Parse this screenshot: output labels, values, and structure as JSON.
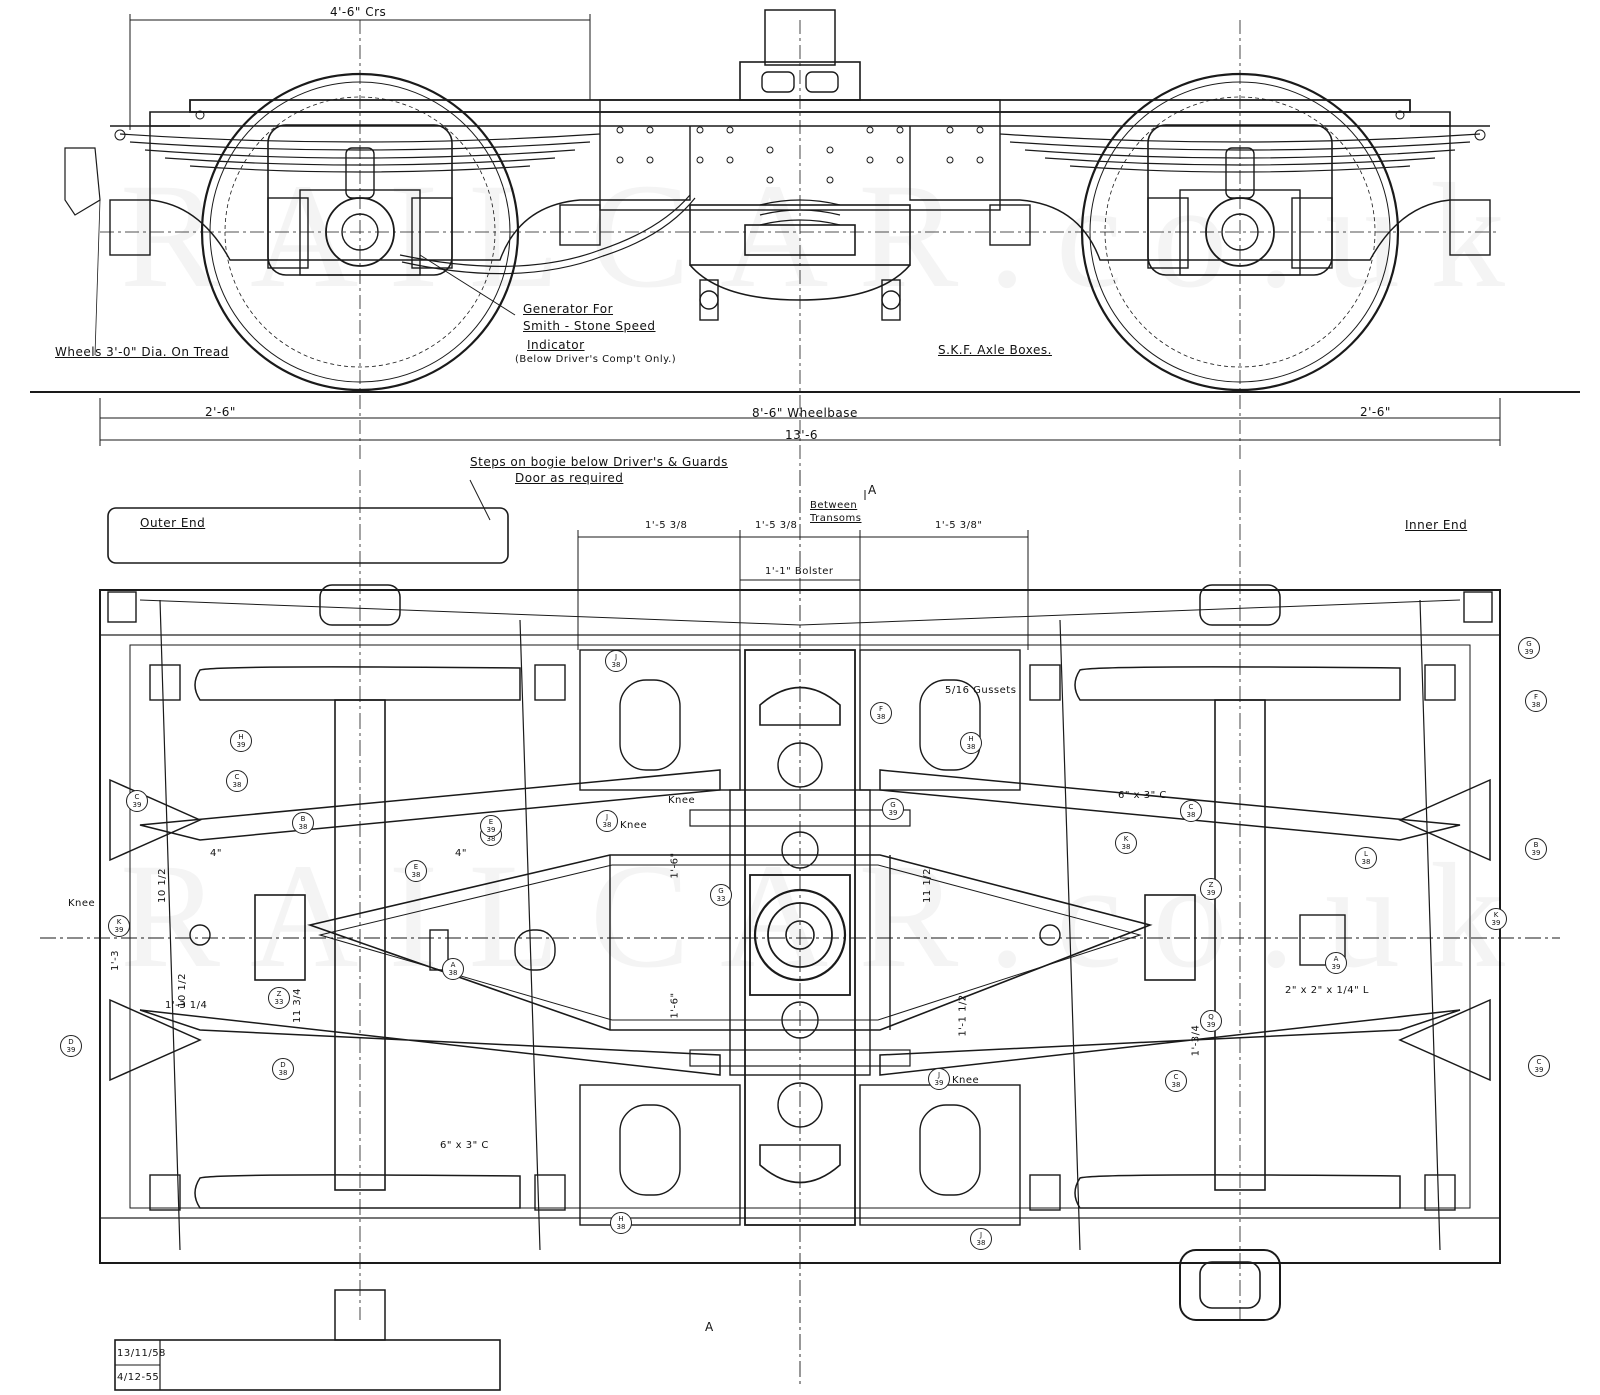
{
  "side_view": {
    "dim_centres": "4'-6\" Crs",
    "wheels_note": "Wheels 3'-0\" Dia. On Tread",
    "generator_note": [
      "Generator For",
      "Smith - Stone Speed",
      "Indicator",
      "(Below Driver's Comp't Only.)"
    ],
    "axle_boxes": "S.K.F. Axle Boxes.",
    "dim_left": "2'-6\"",
    "dim_wheelbase": "8'-6\" Wheelbase",
    "dim_right": "2'-6\"",
    "dim_overall": "13'-6"
  },
  "plan_view": {
    "steps_note": [
      "Steps on bogie below Driver's & Guards",
      "Door as required"
    ],
    "outer_end": "Outer End",
    "inner_end": "Inner End",
    "dim_a": "1'-5 3/8",
    "dim_b": "1'-5 3/8",
    "between_transoms": [
      "Between",
      "Transoms"
    ],
    "dim_c": "1'-5 3/8\"",
    "bolster_dim": "1'-1\" Bolster",
    "gussets": "5/16 Gussets",
    "knee_labels": [
      "Knee",
      "Knee",
      "Knee",
      "Knee"
    ],
    "channel_upper": "6\" x 3\" C",
    "channel_lower": "6\" x 3\" C",
    "channel_small": "2\" x 2\" x 1/4\" L",
    "section_mark": "A",
    "dims_vertical": [
      "1'-6\"",
      "1'-6\"",
      "11 1/2",
      "1'-1 1/2",
      "10 1/2",
      "10 1/2",
      "1'-3",
      "11 3/4",
      "4\"",
      "4\"",
      "1'-3 1/4",
      "1'-3/4"
    ]
  },
  "ref_tags": [
    {
      "l": "G",
      "n": "39"
    },
    {
      "l": "J",
      "n": "38"
    },
    {
      "l": "H",
      "n": "39"
    },
    {
      "l": "F",
      "n": "38"
    },
    {
      "l": "C",
      "n": "39"
    },
    {
      "l": "B",
      "n": "38"
    },
    {
      "l": "J",
      "n": "38"
    },
    {
      "l": "H",
      "n": "38"
    },
    {
      "l": "G",
      "n": "33"
    },
    {
      "l": "D",
      "n": "39"
    },
    {
      "l": "E",
      "n": "38"
    },
    {
      "l": "Z",
      "n": "33"
    },
    {
      "l": "K",
      "n": "39"
    },
    {
      "l": "A",
      "n": "38"
    },
    {
      "l": "D",
      "n": "38"
    },
    {
      "l": "C",
      "n": "38"
    },
    {
      "l": "H",
      "n": "38"
    },
    {
      "l": "E",
      "n": "39"
    },
    {
      "l": "J",
      "n": "39"
    },
    {
      "l": "G",
      "n": "39"
    },
    {
      "l": "H",
      "n": "38"
    },
    {
      "l": "C",
      "n": "38"
    },
    {
      "l": "K",
      "n": "38"
    },
    {
      "l": "L",
      "n": "38"
    },
    {
      "l": "B",
      "n": "39"
    },
    {
      "l": "Z",
      "n": "39"
    },
    {
      "l": "K",
      "n": "39"
    },
    {
      "l": "Q",
      "n": "39"
    },
    {
      "l": "A",
      "n": "39"
    },
    {
      "l": "C",
      "n": "39"
    },
    {
      "l": "F",
      "n": "38"
    },
    {
      "l": "C",
      "n": "38"
    },
    {
      "l": "J",
      "n": "38"
    }
  ],
  "title_block": {
    "dates": [
      "13/11/58",
      "4/12-55"
    ]
  },
  "watermark": "RAILCAR.co.uk"
}
